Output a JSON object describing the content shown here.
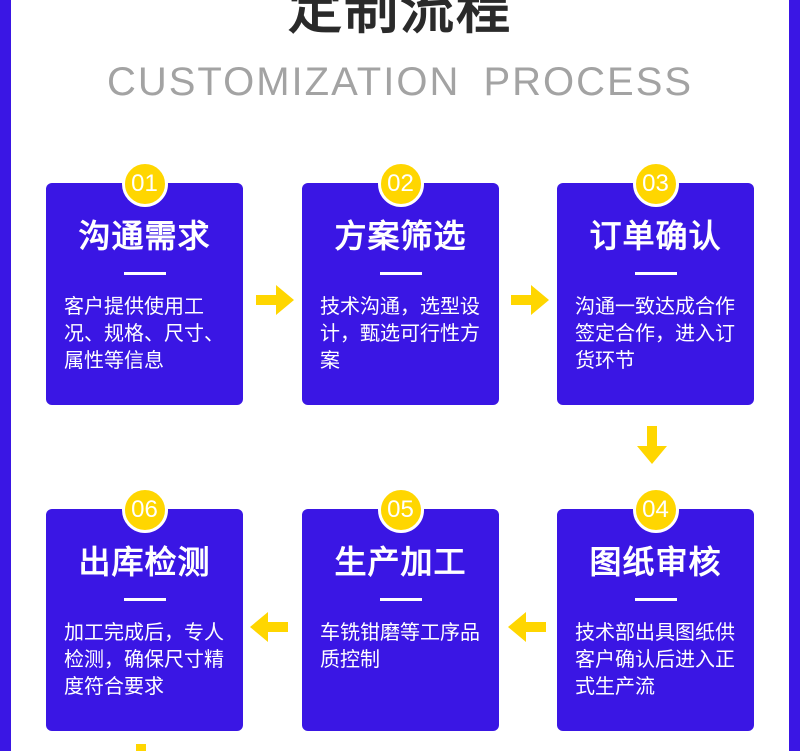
{
  "header": {
    "title": "定制流程",
    "subtitle": "CUSTOMIZATION PROCESS"
  },
  "colors": {
    "card": "#3a16e4",
    "badge": "#ffd600",
    "arrow": "#ffd600",
    "title": "#2a2a2a",
    "subtitle": "#a3a3a3"
  },
  "steps": [
    {
      "num": "01",
      "title": "沟通需求",
      "desc": "客户提供使用工况、规格、尺寸、属性等信息"
    },
    {
      "num": "02",
      "title": "方案筛选",
      "desc": "技术沟通，选型设计，甄选可行性方案"
    },
    {
      "num": "03",
      "title": "订单确认",
      "desc": "沟通一致达成合作签定合作，进入订货环节"
    },
    {
      "num": "04",
      "title": "图纸审核",
      "desc": "技术部出具图纸供客户确认后进入正式生产流"
    },
    {
      "num": "05",
      "title": "生产加工",
      "desc": "车铣钳磨等工序品质控制"
    },
    {
      "num": "06",
      "title": "出库检测",
      "desc": "加工完成后，专人检测，确保尺寸精度符合要求"
    }
  ],
  "arrows": [
    "arrow-right-icon",
    "arrow-down-icon",
    "arrow-left-icon"
  ]
}
